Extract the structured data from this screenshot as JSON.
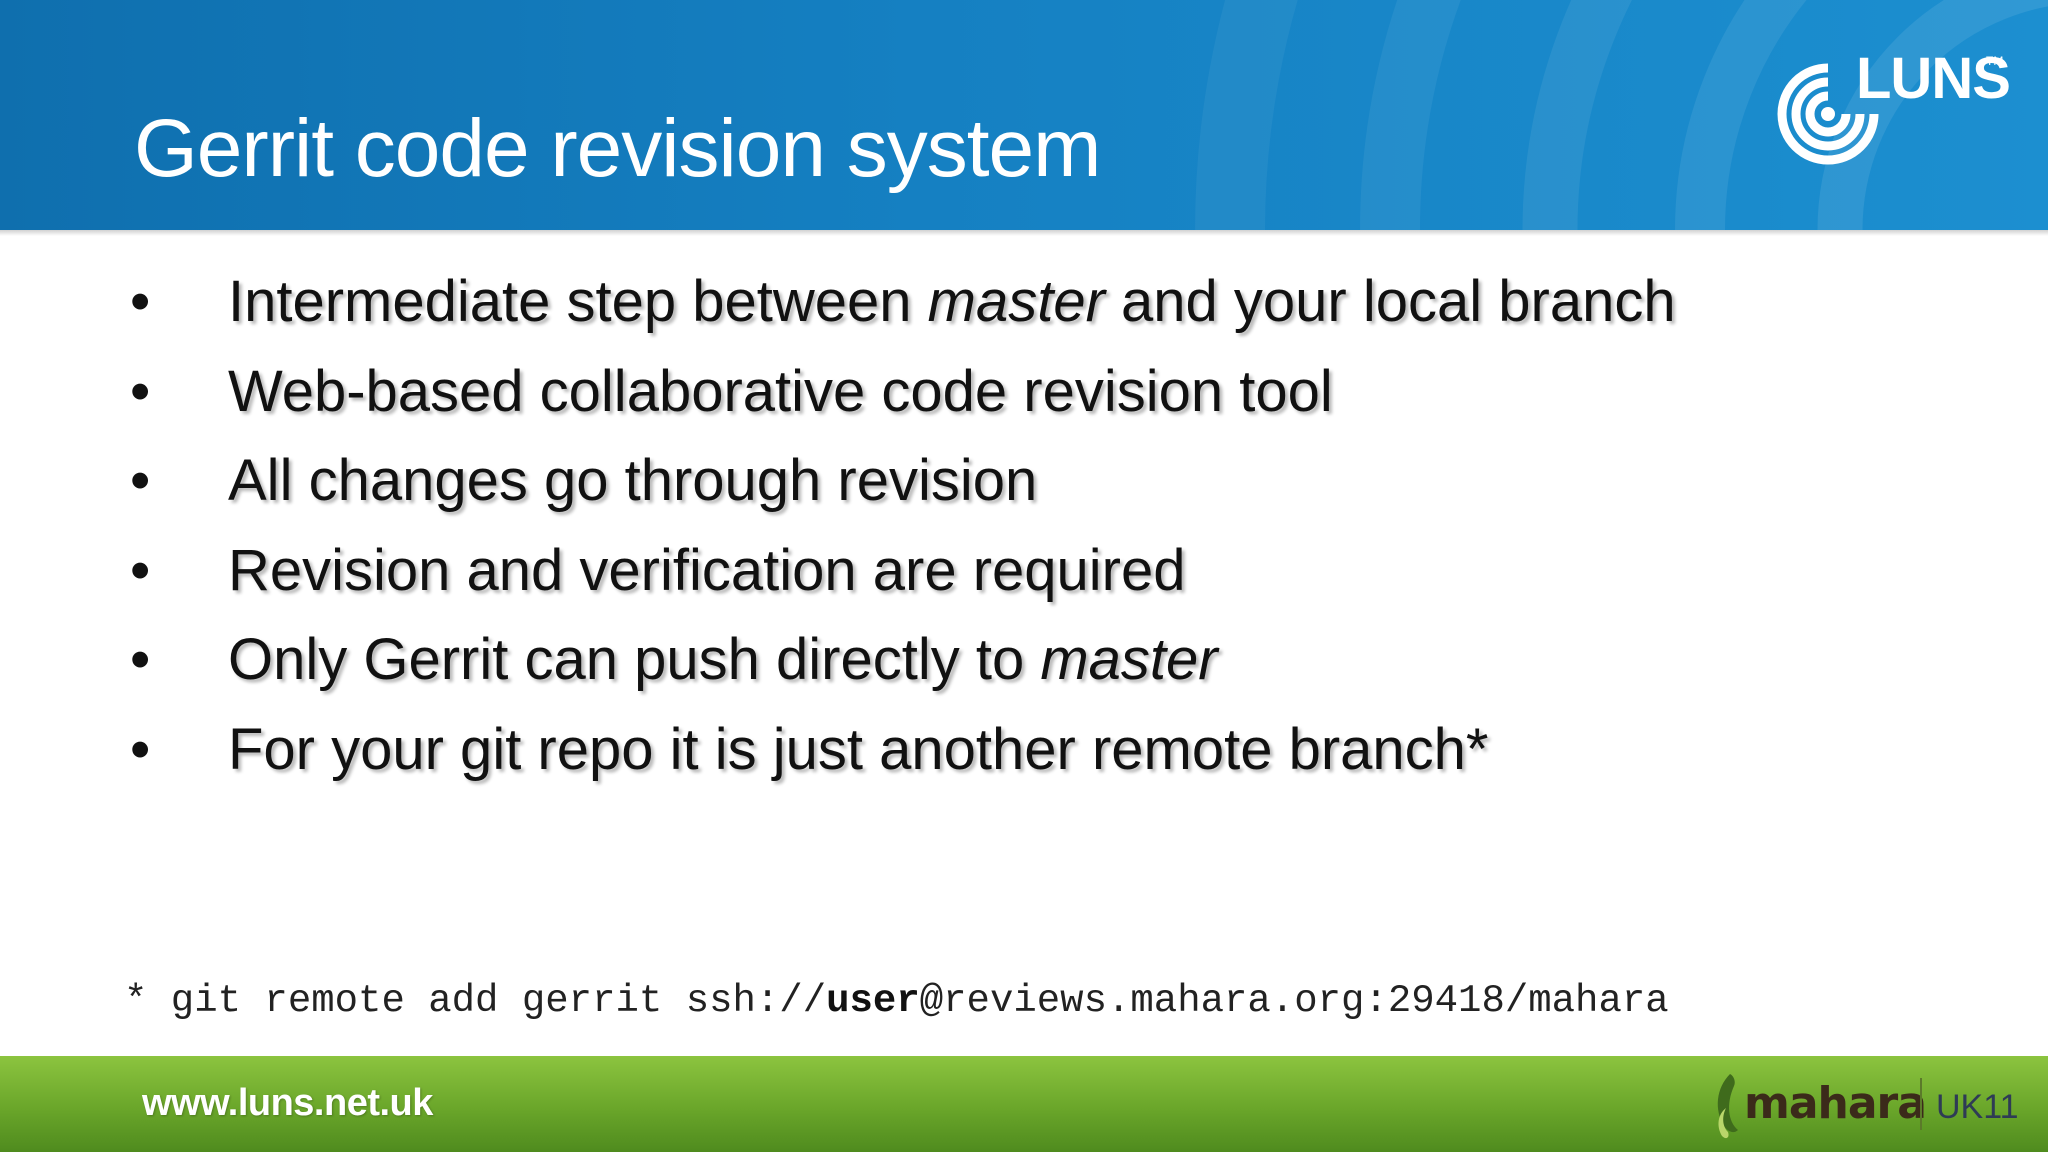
{
  "header": {
    "title": "Gerrit code revision system",
    "logo_text": "LUNS",
    "logo_tm": "TM"
  },
  "bullets": [
    {
      "parts": [
        {
          "text": "Intermediate step between "
        },
        {
          "text": "master",
          "italic": true
        },
        {
          "text": " and your local branch"
        }
      ]
    },
    {
      "parts": [
        {
          "text": "Web-based collaborative code revision tool"
        }
      ]
    },
    {
      "parts": [
        {
          "text": "All changes go through revision"
        }
      ]
    },
    {
      "parts": [
        {
          "text": "Revision and verification are required"
        }
      ]
    },
    {
      "parts": [
        {
          "text": "Only Gerrit can push directly to "
        },
        {
          "text": "master",
          "italic": true
        }
      ]
    },
    {
      "parts": [
        {
          "text": "For your git repo it is just another remote branch*"
        }
      ]
    }
  ],
  "bullet_marker": "•",
  "footnote": {
    "prefix": "* git remote add gerrit ssh://",
    "user": "user",
    "suffix": "@reviews.mahara.org:29418/mahara"
  },
  "footer": {
    "url": "www.luns.net.uk",
    "brand": "mahara",
    "event": "UK11"
  },
  "colors": {
    "header_blue": "#1580c2",
    "footer_green": "#6aa62a",
    "text": "#111111"
  },
  "icons": {
    "header_logo": "luns-radar-icon",
    "footer_logo": "mahara-leaf-icon"
  }
}
